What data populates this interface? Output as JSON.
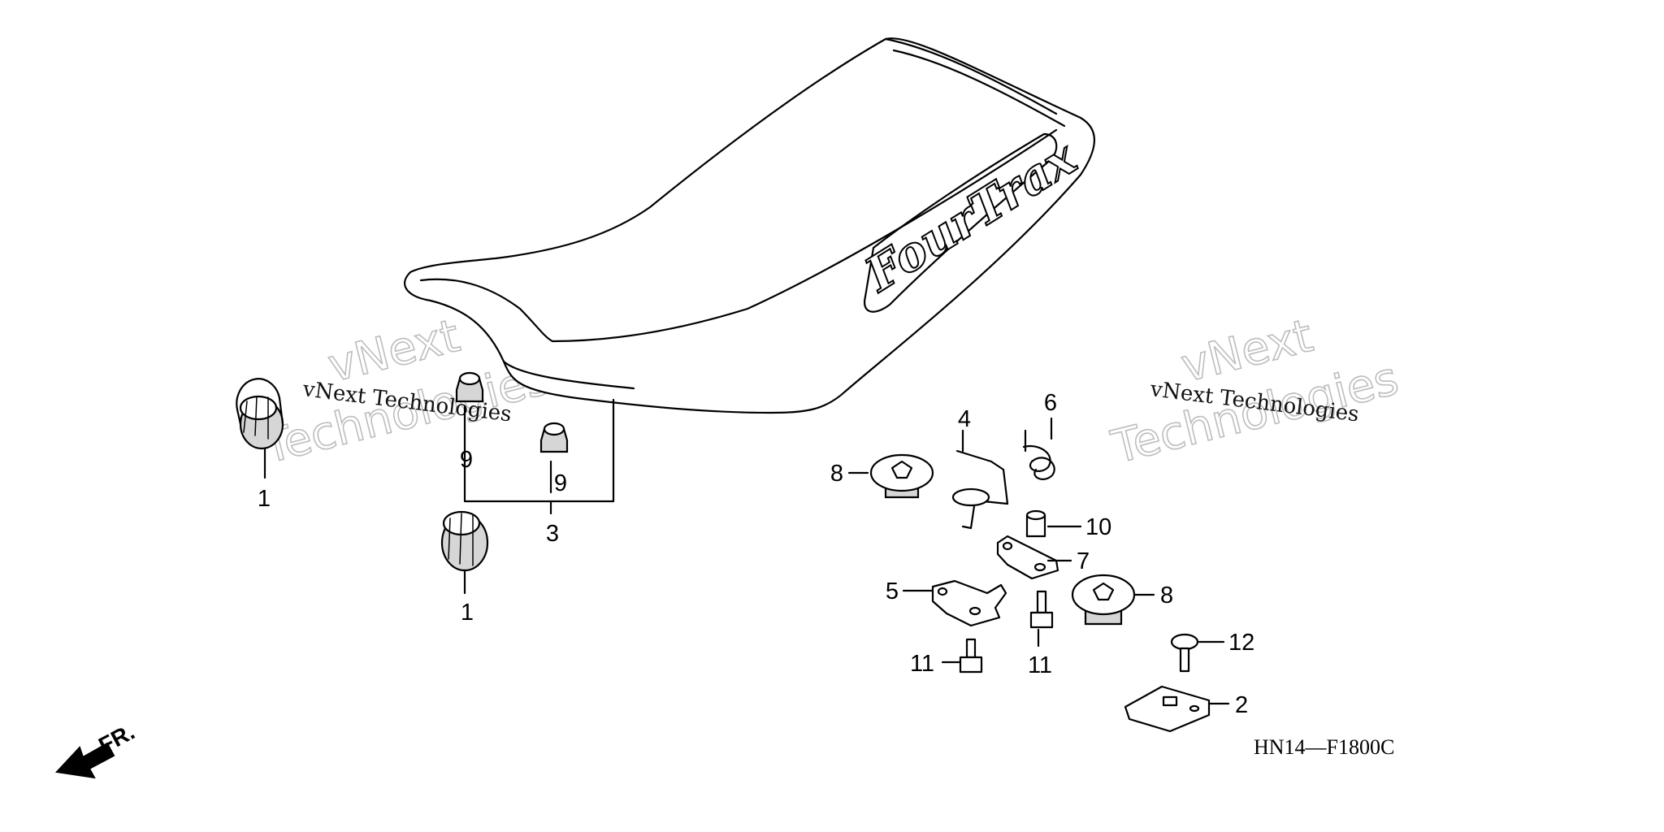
{
  "diagram": {
    "drawing_code": "HN14—F1800C",
    "front_arrow_label": "FR.",
    "seat_logo_text": "FourTrax",
    "watermarks": [
      {
        "brand": "vNext",
        "word": "Technologies",
        "caption": "vNext Technologies"
      },
      {
        "brand": "vNext",
        "word": "Technologies",
        "caption": "vNext Technologies"
      }
    ],
    "callouts": [
      {
        "id": "c1a",
        "label": "1"
      },
      {
        "id": "c1b",
        "label": "1"
      },
      {
        "id": "c2",
        "label": "2"
      },
      {
        "id": "c3",
        "label": "3"
      },
      {
        "id": "c4",
        "label": "4"
      },
      {
        "id": "c5",
        "label": "5"
      },
      {
        "id": "c6",
        "label": "6"
      },
      {
        "id": "c7",
        "label": "7"
      },
      {
        "id": "c8a",
        "label": "8"
      },
      {
        "id": "c8b",
        "label": "8"
      },
      {
        "id": "c9a",
        "label": "9"
      },
      {
        "id": "c9b",
        "label": "9"
      },
      {
        "id": "c10",
        "label": "10"
      },
      {
        "id": "c11a",
        "label": "11"
      },
      {
        "id": "c11b",
        "label": "11"
      },
      {
        "id": "c12",
        "label": "12"
      }
    ]
  }
}
